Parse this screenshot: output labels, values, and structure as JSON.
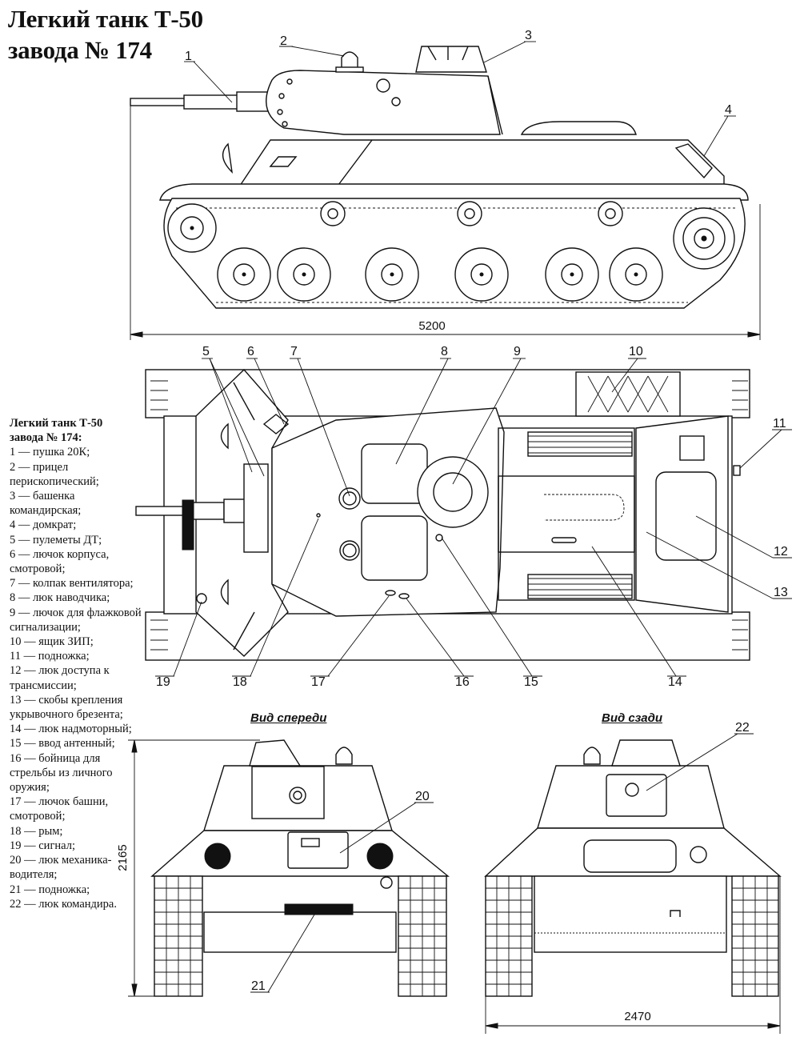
{
  "title": {
    "line1": "Легкий танк Т-50",
    "line2": "завода № 174"
  },
  "legend": {
    "heading1": "Легкий танк Т-50",
    "heading2": "завода № 174:",
    "items": [
      "1 — пушка 20К;",
      "2 — прицел перископический;",
      "3 — башенка командирская;",
      "4 — домкрат;",
      "5 — пулеметы ДТ;",
      "6 — лючок корпуса, смотровой;",
      "7 — колпак вентилятора;",
      "8 — люк наводчика;",
      "9 — лючок для флажковой сигнализации;",
      "10 — ящик ЗИП;",
      "11 — подножка;",
      "12 — люк доступа к трансмиссии;",
      "13 — скобы крепления укрывочного брезента;",
      "14 — люк надмоторный;",
      "15 — ввод антенный;",
      "16 — бойница для стрельбы из личного оружия;",
      "17 — лючок башни, смотровой;",
      "18 — рым;",
      "19 — сигнал;",
      "20 — люк механика-водителя;",
      "21 — подножка;",
      "22 — люк командира."
    ]
  },
  "views": {
    "front": "Вид спереди",
    "rear": "Вид сзади"
  },
  "dimensions": {
    "length": "5200",
    "height": "2165",
    "width": "2470"
  },
  "callouts": {
    "c1": "1",
    "c2": "2",
    "c3": "3",
    "c4": "4",
    "c5": "5",
    "c6": "6",
    "c7": "7",
    "c8": "8",
    "c9": "9",
    "c10": "10",
    "c11": "11",
    "c12": "12",
    "c13": "13",
    "c14": "14",
    "c15": "15",
    "c16": "16",
    "c17": "17",
    "c18": "18",
    "c19": "19",
    "c20": "20",
    "c21": "21",
    "c22": "22"
  }
}
